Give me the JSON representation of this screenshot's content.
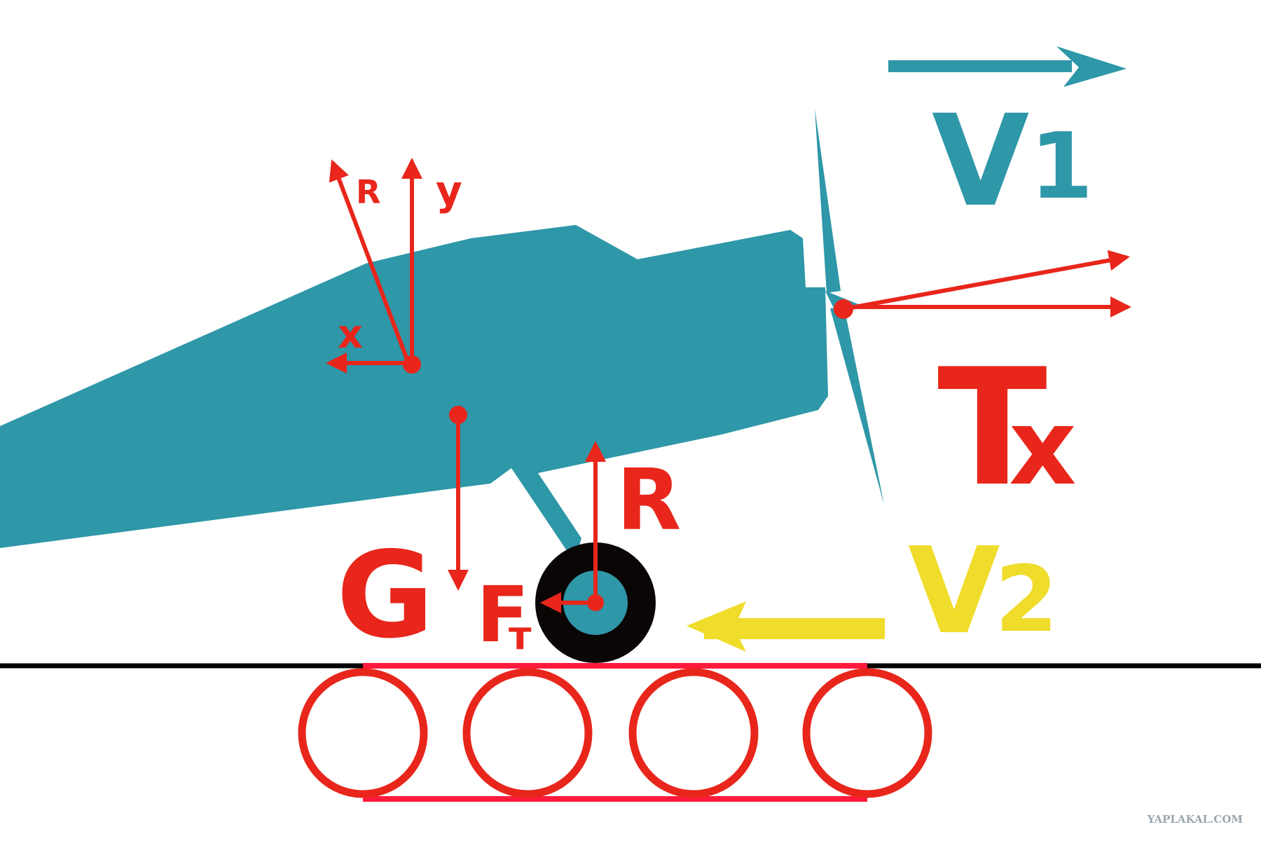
{
  "labels": {
    "v1_letter": "V",
    "v1_sub": "1",
    "v2_letter": "V",
    "v2_sub": "2",
    "t_letter": "T",
    "t_sub": "x",
    "r_wing": "R",
    "y_wing": "y",
    "x_wing": "x",
    "r_wheel": "R",
    "g": "G",
    "f_letter": "F",
    "f_sub": "т"
  },
  "watermark": "YAPLAKAL.COM",
  "colors": {
    "plane": "#2e97a8",
    "force": "#e8261b",
    "belt": "#e8261b",
    "belt_line": "#ff1a3c",
    "v2": "#f0dc2a",
    "ground": "#000000",
    "wheel_tire": "#0a0606",
    "watermark": "#9aa6ad"
  }
}
